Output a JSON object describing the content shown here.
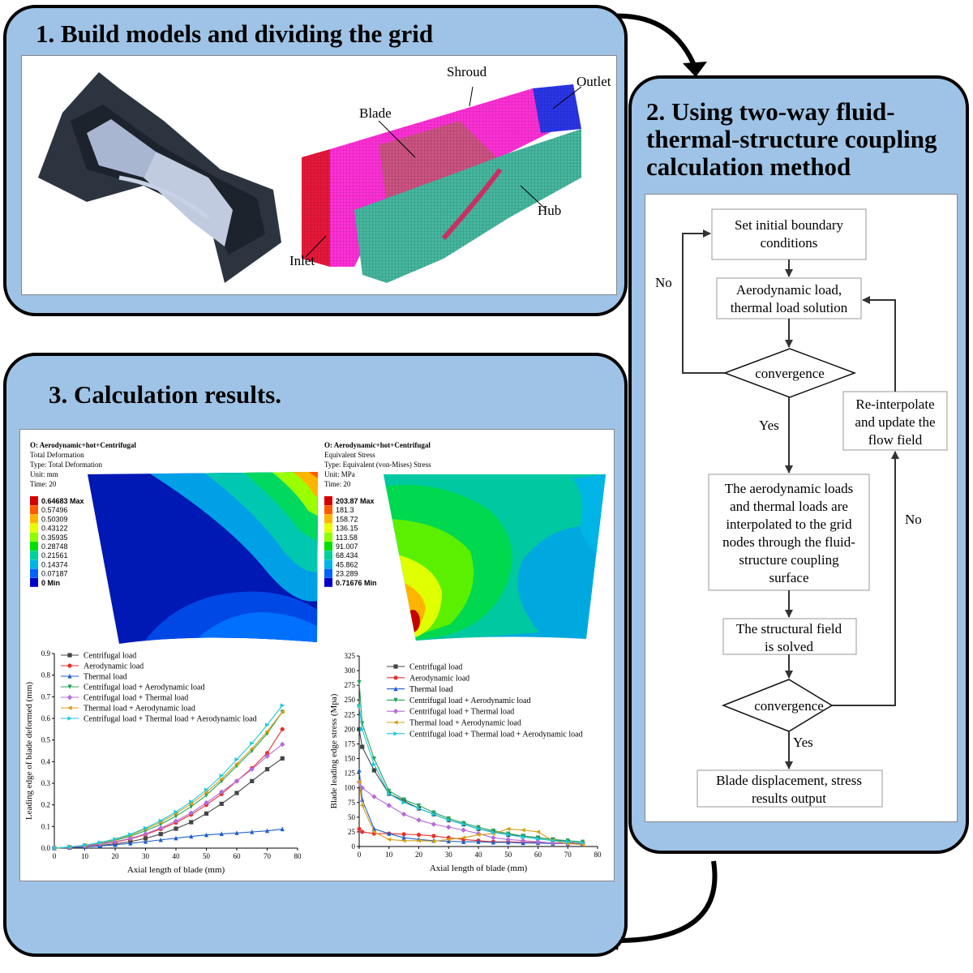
{
  "panels": {
    "build": {
      "title": "1. Build models and dividing the grid",
      "labels": {
        "shroud": "Shroud",
        "outlet": "Outlet",
        "blade": "Blade",
        "hub": "Hub",
        "inlet": "Inlet"
      }
    },
    "method": {
      "title": "2. Using two-way fluid-thermal-structure coupling calculation method"
    },
    "results": {
      "title": "3. Calculation results."
    }
  },
  "flowchart": {
    "set_initial": [
      "Set initial boundary",
      "conditions"
    ],
    "aero_solution": [
      "Aerodynamic load,",
      "thermal load solution"
    ],
    "convergence1": "convergence",
    "reinterpolate": [
      "Re-interpolate",
      "and update the",
      "flow field"
    ],
    "interpolated": [
      "The aerodynamic loads",
      "and thermal loads are",
      "interpolated to the grid",
      "nodes through the fluid-",
      "structure coupling",
      "surface"
    ],
    "structural": [
      "The structural field",
      "is solved"
    ],
    "convergence2": "convergence",
    "output": [
      "Blade displacement, stress",
      "results output"
    ],
    "no1": "No",
    "yes1": "Yes",
    "no2": "No",
    "yes2": "Yes"
  },
  "contours": {
    "deformation": {
      "header": [
        "O: Aerodynamic+hot+Centrifugal",
        "Total Deformation",
        "Type: Total Deformation",
        "Unit: mm",
        "Time: 20"
      ],
      "legend": [
        "0.64683 Max",
        "0.57496",
        "0.50309",
        "0.43122",
        "0.35935",
        "0.28748",
        "0.21561",
        "0.14374",
        "0.07187",
        "0 Min"
      ]
    },
    "stress": {
      "header": [
        "O: Aerodynamic+hot+Centrifugal",
        "Equivalent Stress",
        "Type: Equivalent (von-Mises) Stress",
        "Unit: MPa",
        "Time: 20"
      ],
      "legend": [
        "203.87 Max",
        "181.3",
        "158.72",
        "136.15",
        "113.58",
        "91.007",
        "68.434",
        "45.862",
        "23.289",
        "0.71676 Min"
      ]
    },
    "colors": [
      "#d40000",
      "#ff5a00",
      "#ffb400",
      "#e8ff00",
      "#8cff00",
      "#00e000",
      "#00d09a",
      "#00b4e6",
      "#0062ff",
      "#0000c8"
    ]
  },
  "chart_data": [
    {
      "type": "line",
      "xlabel": "Axial length of blade (mm)",
      "ylabel": "Leading edge of blade deformed (mm)",
      "xlim": [
        0,
        80
      ],
      "ylim": [
        0,
        0.9
      ],
      "xticks": [
        0,
        10,
        20,
        30,
        40,
        50,
        60,
        70,
        80
      ],
      "yticks": [
        0.0,
        0.1,
        0.2,
        0.3,
        0.4,
        0.5,
        0.6,
        0.7,
        0.8,
        0.9
      ],
      "x": [
        0,
        5,
        10,
        15,
        20,
        25,
        30,
        35,
        40,
        45,
        50,
        55,
        60,
        65,
        70,
        75
      ],
      "series": [
        {
          "name": "Centrifugal load",
          "color": "#444444",
          "marker": "square",
          "values": [
            0,
            0.003,
            0.006,
            0.012,
            0.02,
            0.03,
            0.045,
            0.065,
            0.09,
            0.12,
            0.16,
            0.205,
            0.255,
            0.31,
            0.365,
            0.415
          ]
        },
        {
          "name": "Aerodynamic load",
          "color": "#e8312e",
          "marker": "circle",
          "values": [
            0,
            0.004,
            0.009,
            0.017,
            0.028,
            0.043,
            0.063,
            0.088,
            0.118,
            0.155,
            0.2,
            0.25,
            0.31,
            0.37,
            0.44,
            0.55
          ]
        },
        {
          "name": "Thermal load",
          "color": "#1f5fc8",
          "marker": "triangle",
          "values": [
            0,
            0.003,
            0.006,
            0.01,
            0.015,
            0.022,
            0.03,
            0.038,
            0.046,
            0.054,
            0.061,
            0.066,
            0.07,
            0.075,
            0.08,
            0.088
          ]
        },
        {
          "name": "Centrifugal load + Aerodynamic load",
          "color": "#25a35a",
          "marker": "triangle-down",
          "values": [
            0,
            0.005,
            0.012,
            0.022,
            0.036,
            0.055,
            0.08,
            0.11,
            0.148,
            0.192,
            0.245,
            0.31,
            0.38,
            0.45,
            0.53,
            0.63
          ]
        },
        {
          "name": "Centrifugal load + Thermal load",
          "color": "#b56bd8",
          "marker": "diamond",
          "values": [
            0,
            0.004,
            0.01,
            0.018,
            0.03,
            0.045,
            0.066,
            0.093,
            0.125,
            0.163,
            0.21,
            0.26,
            0.31,
            0.365,
            0.425,
            0.48
          ]
        },
        {
          "name": "Thermal load + Aerodynamic load",
          "color": "#d4a017",
          "marker": "triangle-left",
          "values": [
            0,
            0.006,
            0.013,
            0.024,
            0.04,
            0.06,
            0.088,
            0.12,
            0.16,
            0.205,
            0.258,
            0.32,
            0.39,
            0.46,
            0.54,
            0.63
          ]
        },
        {
          "name": "Centrifugal load + Thermal load + Aerodynamic load",
          "color": "#1ec8dc",
          "marker": "triangle-right",
          "values": [
            0,
            0.006,
            0.014,
            0.026,
            0.042,
            0.064,
            0.093,
            0.127,
            0.168,
            0.215,
            0.27,
            0.335,
            0.41,
            0.485,
            0.57,
            0.66
          ]
        }
      ]
    },
    {
      "type": "line",
      "xlabel": "Axial length of blade (mm)",
      "ylabel": "Blade leading edge stress (Mpa)",
      "xlim": [
        0,
        80
      ],
      "ylim": [
        0,
        325
      ],
      "xticks": [
        0,
        10,
        20,
        30,
        40,
        50,
        60,
        70,
        80
      ],
      "yticks": [
        0,
        25,
        50,
        75,
        100,
        125,
        150,
        175,
        200,
        225,
        250,
        275,
        300,
        325
      ],
      "x": [
        0,
        1,
        5,
        10,
        15,
        20,
        25,
        30,
        35,
        40,
        45,
        50,
        55,
        60,
        65,
        70,
        75
      ],
      "series": [
        {
          "name": "Centrifugal load",
          "color": "#444444",
          "marker": "square",
          "values": [
            200,
            170,
            130,
            90,
            78,
            65,
            55,
            45,
            38,
            30,
            25,
            20,
            18,
            15,
            12,
            8,
            5
          ]
        },
        {
          "name": "Aerodynamic load",
          "color": "#e8312e",
          "marker": "circle",
          "values": [
            30,
            25,
            22,
            22,
            21,
            20,
            18,
            15,
            12,
            10,
            8,
            8,
            7,
            7,
            6,
            6,
            5
          ]
        },
        {
          "name": "Thermal load",
          "color": "#1f5fc8",
          "marker": "triangle",
          "values": [
            130,
            80,
            30,
            22,
            15,
            12,
            10,
            9,
            8,
            8,
            7,
            7,
            6,
            6,
            5,
            5,
            4
          ]
        },
        {
          "name": "Centrifugal load + Aerodynamic load",
          "color": "#25a35a",
          "marker": "triangle-down",
          "values": [
            280,
            210,
            150,
            95,
            80,
            70,
            58,
            48,
            40,
            33,
            27,
            22,
            18,
            15,
            12,
            10,
            8
          ]
        },
        {
          "name": "Centrifugal load + Thermal load",
          "color": "#b56bd8",
          "marker": "diamond",
          "values": [
            110,
            100,
            85,
            70,
            55,
            45,
            38,
            33,
            28,
            22,
            15,
            12,
            10,
            8,
            6,
            5,
            4
          ]
        },
        {
          "name": "Thermal load + Aerodynamic load",
          "color": "#d4a017",
          "marker": "triangle-left",
          "values": [
            110,
            70,
            25,
            12,
            10,
            10,
            9,
            12,
            15,
            20,
            22,
            30,
            28,
            25,
            10,
            5,
            3
          ]
        },
        {
          "name": "Centrifugal load + Thermal load + Aerodynamic load",
          "color": "#1ec8dc",
          "marker": "triangle-right",
          "values": [
            240,
            200,
            140,
            90,
            75,
            65,
            55,
            45,
            38,
            30,
            24,
            20,
            16,
            13,
            10,
            8,
            6
          ]
        }
      ]
    }
  ]
}
